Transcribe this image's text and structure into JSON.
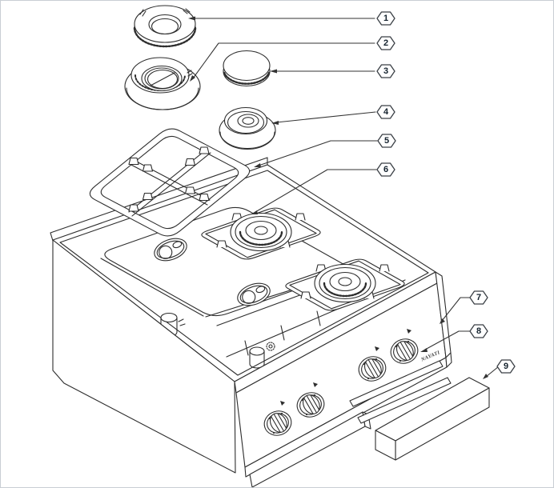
{
  "diagram": {
    "type": "exploded-parts-drawing",
    "subject": "commercial gas range cooktop",
    "brand_label": "NAYATI",
    "callouts": [
      {
        "label": "1",
        "part": "burner-flame-ring"
      },
      {
        "label": "2",
        "part": "burner-head"
      },
      {
        "label": "3",
        "part": "small-burner-cap"
      },
      {
        "label": "4",
        "part": "burner-cap-with-ring"
      },
      {
        "label": "5",
        "part": "pan-support-grate"
      },
      {
        "label": "6",
        "part": "burner-bowl"
      },
      {
        "label": "7",
        "part": "control-panel"
      },
      {
        "label": "8",
        "part": "control-knob"
      },
      {
        "label": "9",
        "part": "drawer-front"
      }
    ]
  },
  "colors": {
    "background": "#ffffff",
    "line": "#2d2d2d",
    "callout_text": "#14222e",
    "frame": "#c9ced4"
  }
}
